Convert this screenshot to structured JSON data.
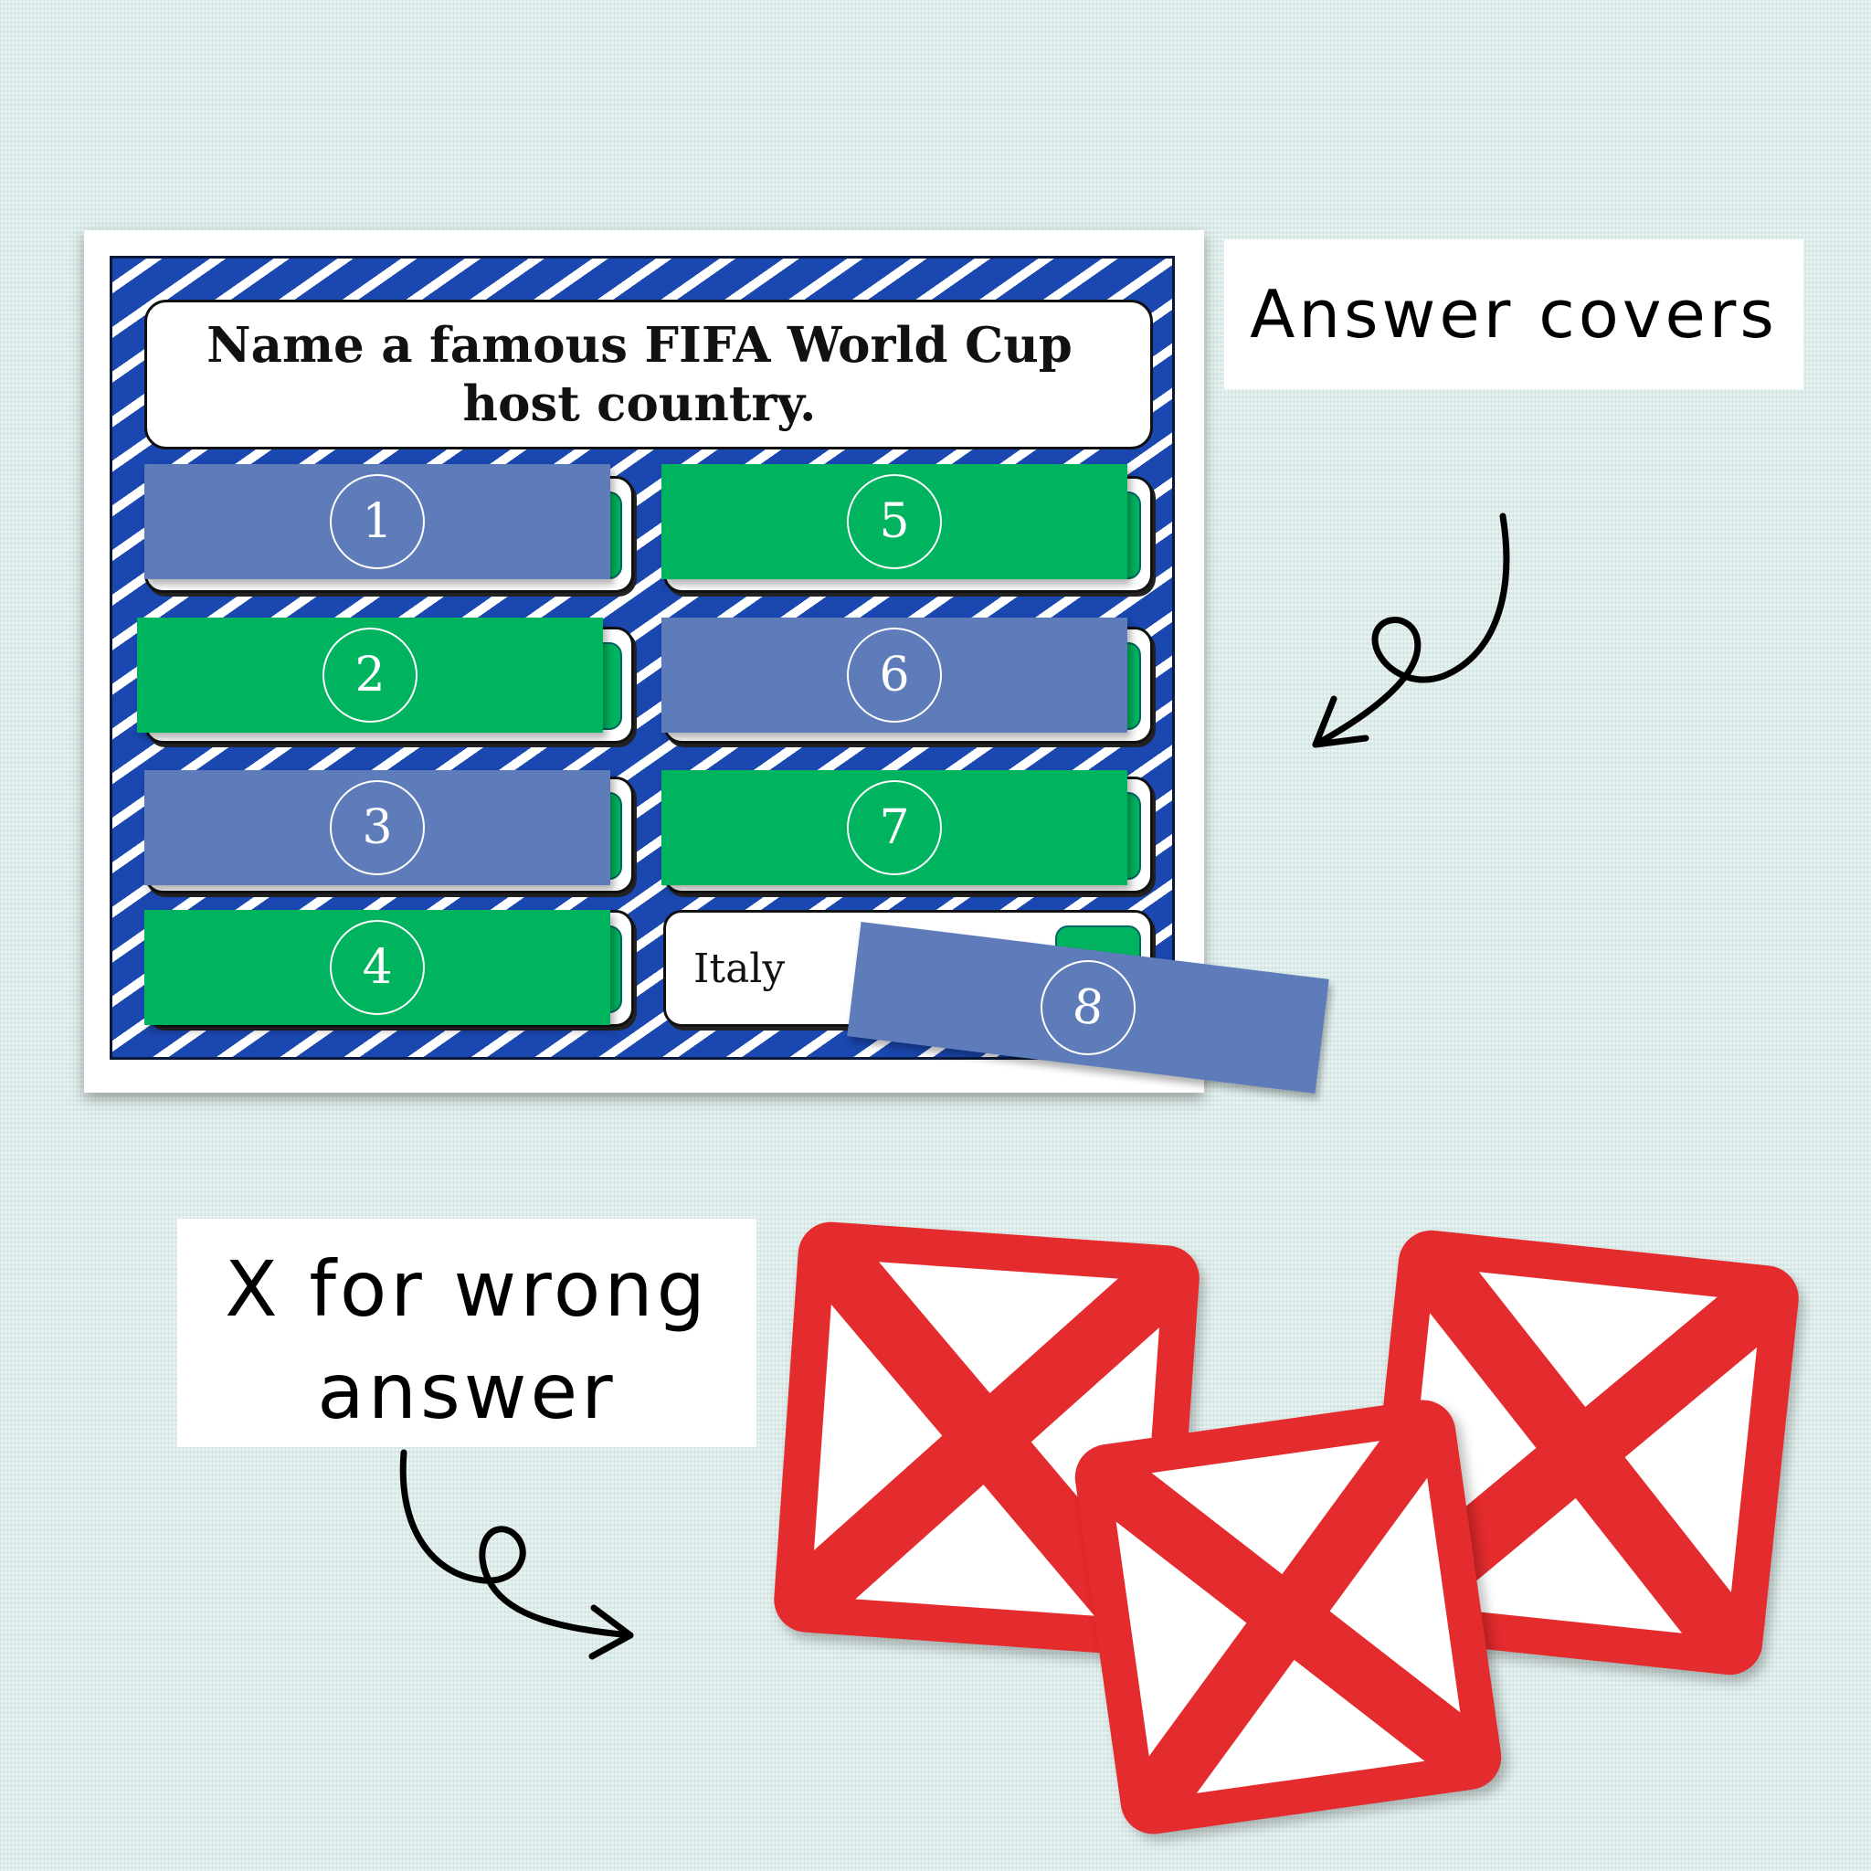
{
  "question": "Name a famous FIFA World Cup host country.",
  "revealed_answer": "Italy",
  "covers": [
    {
      "number": "1",
      "color": "#5f7cba"
    },
    {
      "number": "2",
      "color": "#00b35e"
    },
    {
      "number": "3",
      "color": "#5f7cba"
    },
    {
      "number": "4",
      "color": "#00b35e"
    },
    {
      "number": "5",
      "color": "#00b35e"
    },
    {
      "number": "6",
      "color": "#5f7cba"
    },
    {
      "number": "7",
      "color": "#00b35e"
    },
    {
      "number": "8",
      "color": "#5f7cba"
    }
  ],
  "labels": {
    "covers": "Answer covers",
    "wrong_line1": "X for wrong",
    "wrong_line2": "answer"
  },
  "colors": {
    "board_blue": "#1a47b0",
    "cover_blue": "#5f7cba",
    "cover_green": "#00b35e",
    "x_red": "#e42b2d",
    "background": "#dcecea"
  },
  "icons": [
    "curly-arrow-icon",
    "x-card-icon"
  ]
}
